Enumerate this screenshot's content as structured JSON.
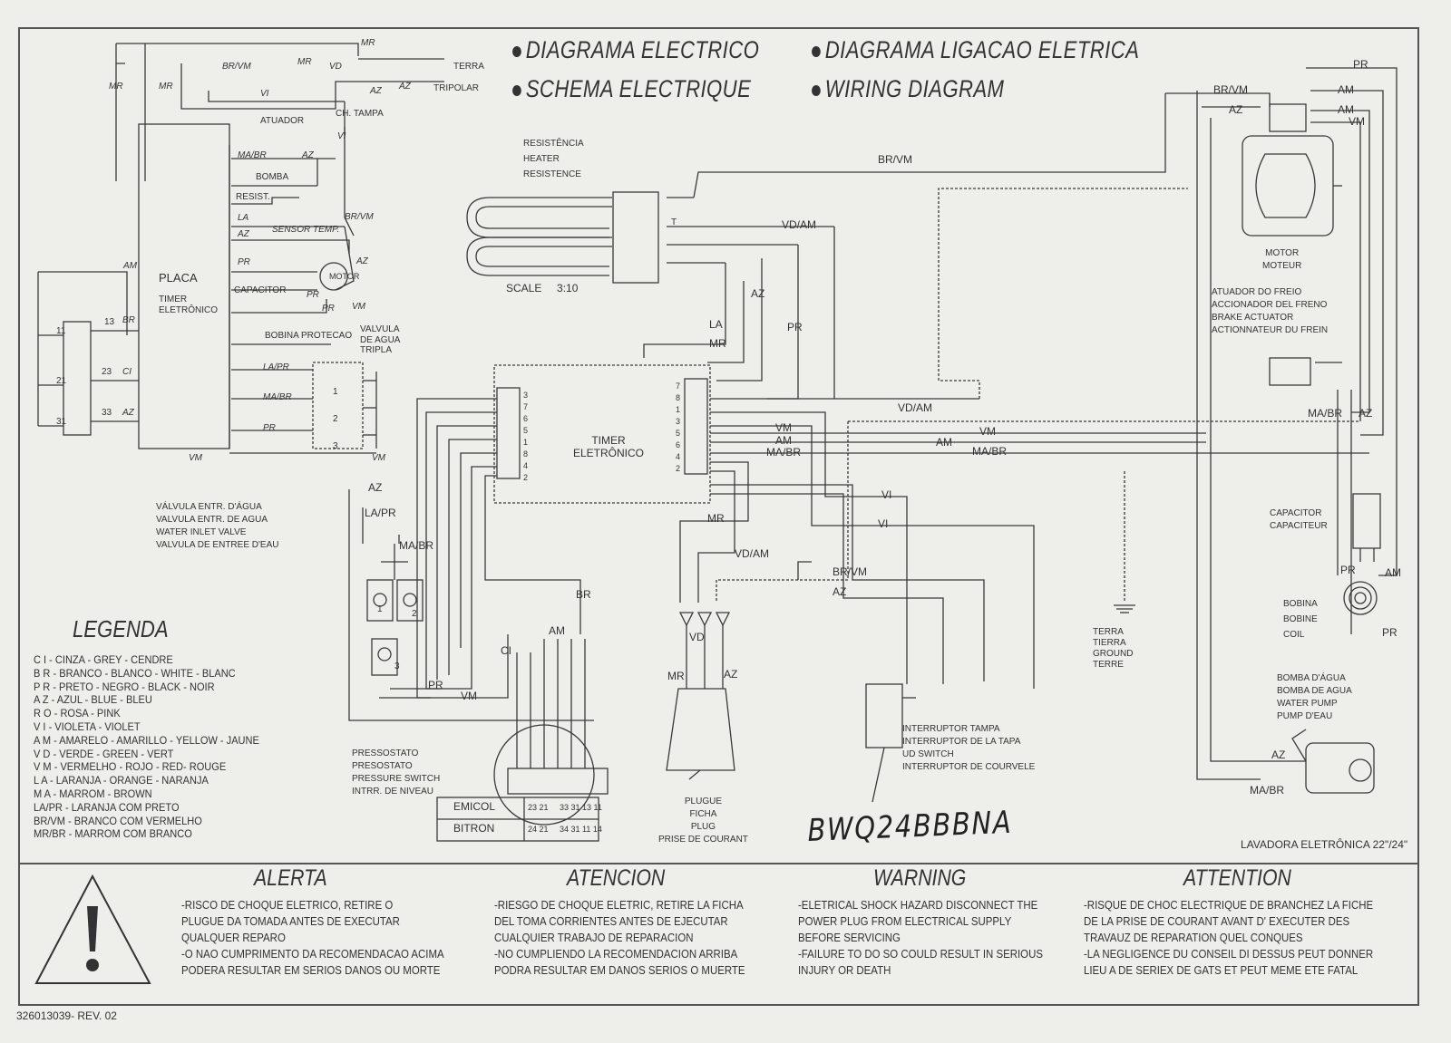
{
  "headers": {
    "pt_es": "DIAGRAMA ELECTRICO",
    "fr": "SCHEMA ELECTRIQUE",
    "pt": "DIAGRAMA LIGACAO ELETRICA",
    "en": "WIRING DIAGRAM"
  },
  "schematic": {
    "placa": "PLACA",
    "timer": "TIMER\nELETRÔNICO",
    "atuador": "ATUADOR",
    "bomba": "BOMBA",
    "resist": "RESIST.",
    "sensor": "SENSOR TEMP.",
    "motor": "MOTOR",
    "capacitor": "CAPACITOR",
    "bobina": "BOBINA PROTECAO",
    "valvula": "VALVULA\nDE AGUA\nTRIPLA",
    "ch_tampa": "CH. TAMPA",
    "terra": "TERRA",
    "tripolar": "TRIPOLAR",
    "terminals": [
      "11",
      "13",
      "21",
      "23",
      "31",
      "33"
    ],
    "wires": [
      "MR",
      "MR",
      "BR/VM",
      "MR",
      "VD",
      "MR",
      "AZ",
      "AZ",
      "VI",
      "VI",
      "MA/BR",
      "AZ",
      "LA",
      "AZ",
      "BR/VM",
      "PR",
      "AZ",
      "AM",
      "BR",
      "CI",
      "AZ",
      "PR",
      "PR",
      "VM",
      "LA/PR",
      "MA/BR",
      "PR",
      "VM",
      "VM",
      "1",
      "2",
      "3"
    ]
  },
  "heater": {
    "label": "RESISTÊNCIA\nHEATER\nRESISTENCE",
    "scale": "SCALE     3:10",
    "t": "T"
  },
  "wiring": {
    "br_vm_top": "BR/VM",
    "vd_am": "VD/AM",
    "az": "AZ",
    "pr": "PR",
    "la": "LA",
    "mr": "MR",
    "timer": "TIMER\nELETRÔNICO",
    "left_pins": [
      "3",
      "7",
      "6",
      "5",
      "1",
      "8",
      "4",
      "2"
    ],
    "right_pins": [
      "7",
      "8",
      "1",
      "3",
      "5",
      "6",
      "4",
      "2"
    ],
    "vm": "VM",
    "am": "AM",
    "ma_br": "MA/BR",
    "vd_am2": "VD/AM",
    "vm2": "VM",
    "am2": "AM",
    "ma_br2": "MA/BR",
    "vi1": "VI",
    "vi2": "VI",
    "mr2": "MR",
    "vd_am3": "VD/AM",
    "br_vm2": "BR/VM",
    "az2": "AZ",
    "vd": "VD",
    "mr3": "MR",
    "az3": "AZ",
    "az4": "AZ",
    "la_pr": "LA/PR",
    "ma_br3": "MA/BR",
    "br": "BR",
    "am3": "AM",
    "ci": "CI",
    "pr2": "PR",
    "vm3": "VM",
    "valve_nums": [
      "1",
      "2",
      "3"
    ]
  },
  "components": {
    "valve": "VÁLVULA ENTR. D'ÁGUA\nVALVULA ENTR. DE AGUA\nWATER INLET VALVE\nVALVULA DE ENTREE D'EAU",
    "pressostato": "PRESSOSTATO\nPRESOSTATO\nPRESSURE SWITCH\nINTRR. DE NIVEAU",
    "emicol": "EMICOL",
    "bitron": "BITRON",
    "emicol_pins": "23 21     33 31 13 11",
    "bitron_pins": "24 21     34 31 11 14",
    "plug": "PLUGUE\nFICHA\nPLUG\nPRISE DE COURANT",
    "terra": "TERRA\nTIERRA\nGROUND\nTERRE",
    "interruptor": "INTERRUPTOR TAMPA\nINTERRUPTOR DE LA TAPA\nUD SWITCH\nINTERRUPTOR DE COURVELE",
    "motor": "MOTOR\nMOTEUR",
    "atuador": "ATUADOR DO FREIO\nACCIONADOR DEL FRENO\nBRAKE ACTUATOR\nACTIONNATEUR DU FREIN",
    "capacitor": "CAPACITOR\nCAPACITEUR",
    "bobina": "BOBINA\nBOBINE\nCOIL",
    "bomba": "BOMBA D'ÁGUA\nBOMBA DE AGUA\nWATER PUMP\nPUMP D'EAU",
    "lavadora": "LAVADORA ELETRÔNICA 22\"/24\"",
    "handwritten": "BWQ24BBBNA"
  },
  "motor_wires": {
    "pr": "PR",
    "br_vm": "BR/VM",
    "am": "AM",
    "az": "AZ",
    "am2": "AM",
    "vm": "VM",
    "br_vm_long": "BR/VM",
    "ma_br": "MA/BR",
    "az2": "AZ",
    "pr2": "PR",
    "am3": "AM",
    "pr3": "PR",
    "az3": "AZ",
    "ma_br2": "MA/BR",
    "vd_am": "VD/AM",
    "am4": "AM",
    "ma_br3": "MA/BR"
  },
  "legend": {
    "title": "LEGENDA",
    "rows": [
      "C I - CINZA - GREY - CENDRE",
      "B R - BRANCO - BLANCO - WHITE - BLANC",
      "P R - PRETO - NEGRO - BLACK - NOIR",
      "A Z - AZUL - BLUE - BLEU",
      "R O - ROSA - PINK",
      "V I - VIOLETA - VIOLET",
      "A M - AMARELO - AMARILLO - YELLOW - JAUNE",
      "V D - VERDE - GREEN - VERT",
      "V M - VERMELHO - ROJO - RED- ROUGE",
      "L A - LARANJA - ORANGE - NARANJA",
      "M A - MARROM - BROWN",
      "LA/PR - LARANJA COM PRETO",
      "BR/VM - BRANCO COM VERMELHO",
      "MR/BR - MARROM COM BRANCO"
    ]
  },
  "warnings": [
    {
      "title": "ALERTA",
      "text": "-RISCO DE CHOQUE ELETRICO, RETIRE O\nPLUGUE DA TOMADA ANTES DE EXECUTAR\nQUALQUER REPARO\n-O NAO CUMPRIMENTO DA RECOMENDACAO ACIMA\nPODERA RESULTAR EM SERIOS DANOS OU MORTE"
    },
    {
      "title": "ATENCION",
      "text": "-RIESGO DE CHOQUE ELETRIC, RETIRE LA FICHA\nDEL TOMA CORRIENTES ANTES DE EJECUTAR\nCUALQUIER TRABAJO DE REPARACION\n-NO CUMPLIENDO LA RECOMENDACION ARRIBA\nPODRA RESULTAR EM DANOS SERIOS O MUERTE"
    },
    {
      "title": "WARNING",
      "text": "-ELETRICAL SHOCK HAZARD DISCONNECT THE\nPOWER PLUG FROM ELECTRICAL SUPPLY\nBEFORE SERVICING\n-FAILURE TO DO SO COULD RESULT IN SERIOUS\nINJURY OR DEATH"
    },
    {
      "title": "ATTENTION",
      "text": "-RISQUE DE CHOC ELECTRIQUE DE BRANCHEZ LA FICHE\nDE LA PRISE DE COURANT AVANT D' EXECUTER DES\nTRAVAUZ DE REPARATION QUEL CONQUES\n-LA NEGLIGENCE DU CONSEIL DI DESSUS PEUT DONNER\nLIEU A DE SERIEX DE GATS ET PEUT MEME ETE FATAL"
    }
  ],
  "footer": "326013039- REV. 02",
  "colors": {
    "ink": "#333333",
    "paper": "#eeeeea"
  }
}
